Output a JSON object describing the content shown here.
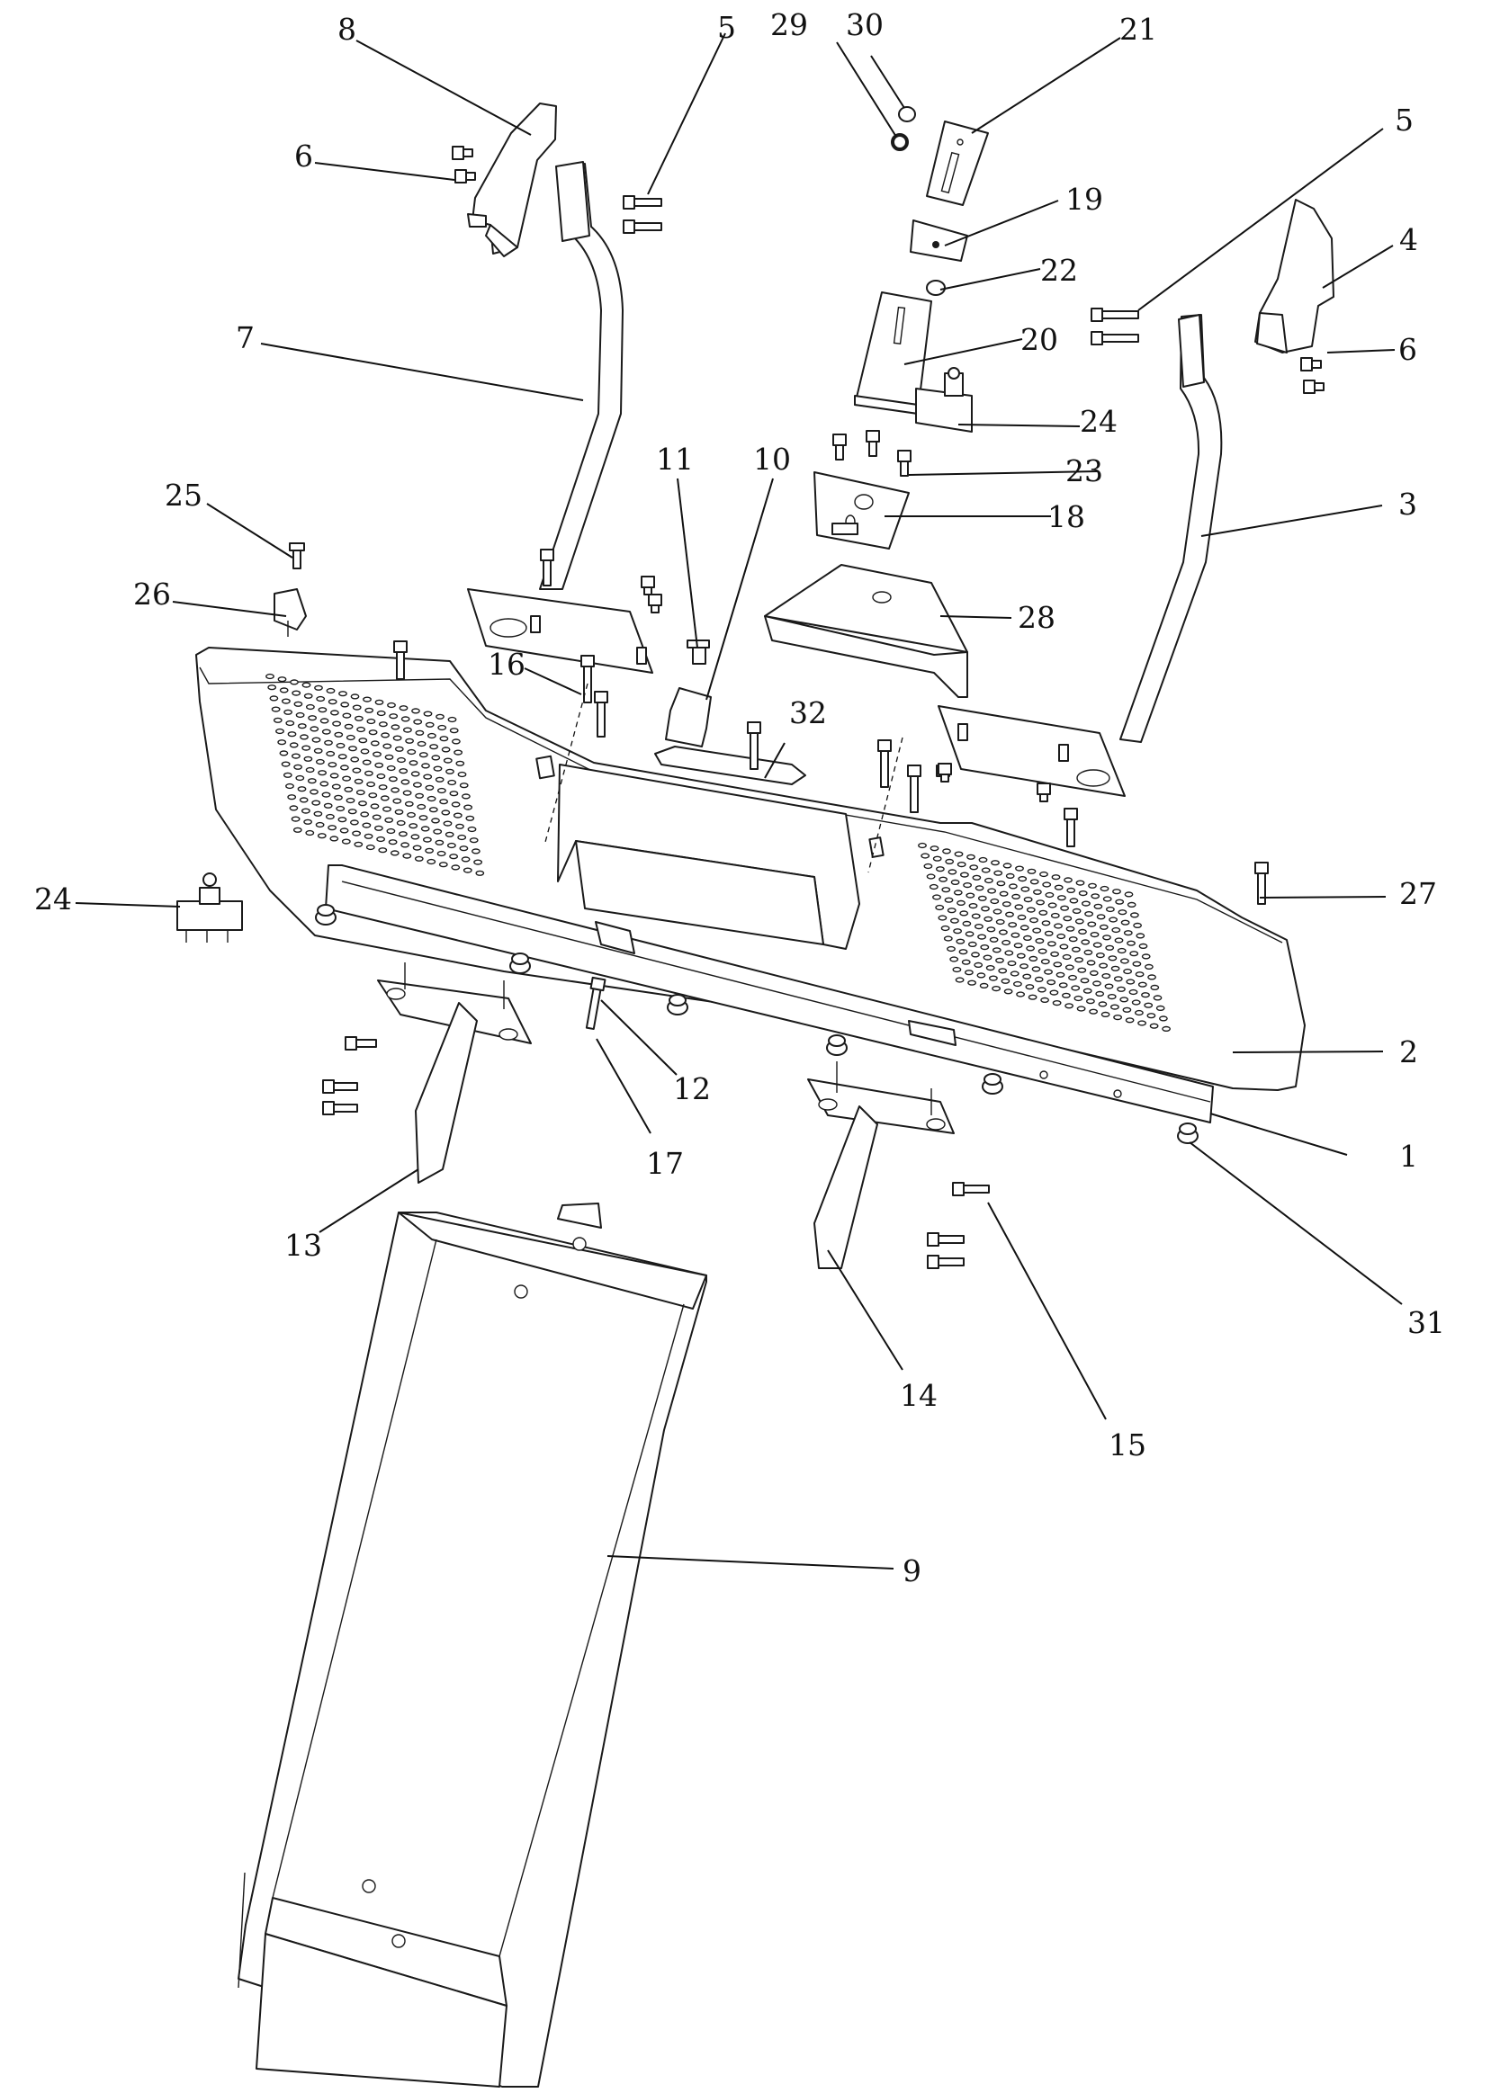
{
  "diagram": {
    "type": "exploded-parts-diagram",
    "callouts": [
      "1",
      "2",
      "3",
      "4",
      "5",
      "5",
      "6",
      "6",
      "7",
      "8",
      "9",
      "10",
      "11",
      "12",
      "13",
      "14",
      "15",
      "16",
      "17",
      "18",
      "19",
      "20",
      "21",
      "22",
      "23",
      "24",
      "24",
      "25",
      "26",
      "27",
      "28",
      "29",
      "30",
      "31",
      "32"
    ]
  }
}
